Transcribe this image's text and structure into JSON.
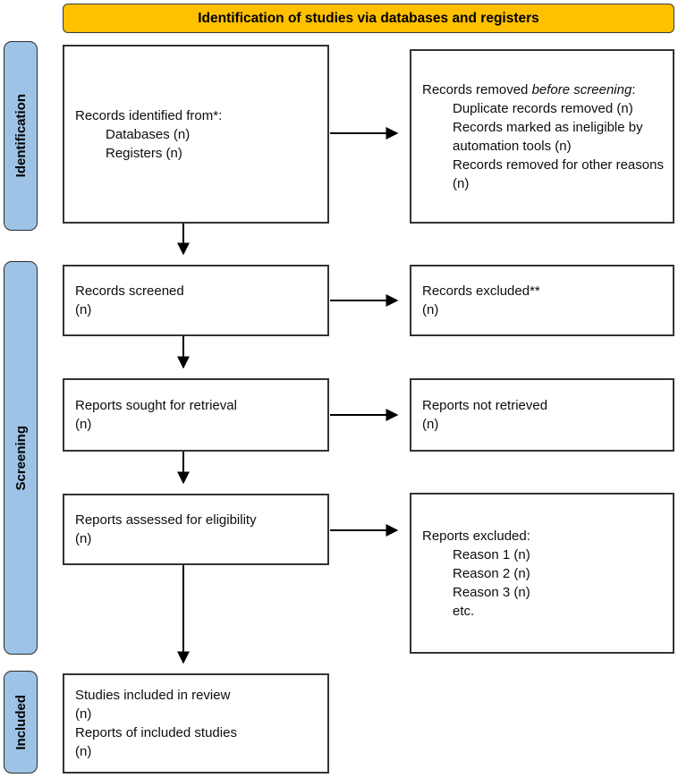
{
  "banner": {
    "title": "Identification of studies via databases and registers"
  },
  "sidebar": {
    "identification": "Identification",
    "screening": "Screening",
    "included": "Included"
  },
  "boxes": {
    "records_identified": {
      "title": "Records identified from*:",
      "items": [
        "Databases (n)",
        "Registers (n)"
      ]
    },
    "records_removed": {
      "prefix": "Records removed ",
      "italic": "before screening",
      "suffix": ":",
      "items": [
        "Duplicate records removed (n)",
        "Records marked as ineligible by automation tools (n)",
        "Records removed for other reasons (n)"
      ]
    },
    "records_screened": {
      "lines": [
        "Records screened",
        "(n)"
      ]
    },
    "records_excluded": {
      "lines": [
        "Records excluded**",
        "(n)"
      ]
    },
    "reports_sought": {
      "lines": [
        "Reports sought for retrieval",
        "(n)"
      ]
    },
    "reports_not_retrieved": {
      "lines": [
        "Reports not retrieved",
        "(n)"
      ]
    },
    "reports_assessed": {
      "lines": [
        "Reports assessed for eligibility",
        "(n)"
      ]
    },
    "reports_excluded": {
      "title": "Reports excluded:",
      "items": [
        "Reason 1 (n)",
        "Reason 2 (n)",
        "Reason 3 (n)",
        "etc."
      ]
    },
    "studies_included": {
      "lines": [
        "Studies included in review",
        "(n)",
        "Reports of included studies",
        "(n)"
      ]
    }
  },
  "colors": {
    "banner_fill": "#FFC000",
    "sidebar_fill": "#9DC3E6",
    "box_border": "#333333",
    "arrow": "#000000"
  }
}
